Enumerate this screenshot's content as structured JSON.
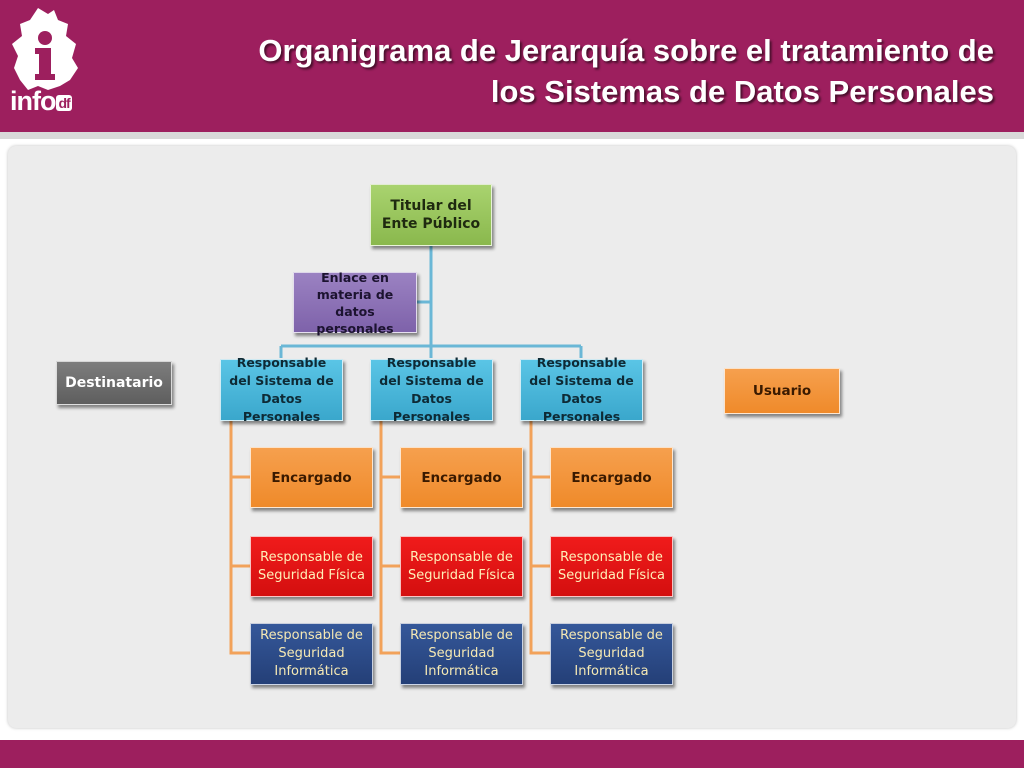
{
  "header": {
    "title_line1": "Organigrama de Jerarquía sobre el tratamiento de",
    "title_line2": "los Sistemas de Datos Personales",
    "logo_text": "info",
    "logo_suffix": "df",
    "logo_icon": "mexico-city-info-logo-icon"
  },
  "colors": {
    "brand": "#9d1f5e",
    "titular": "#8ab84d",
    "enlace": "#7e62aa",
    "responsable_sistema": "#3aa7cc",
    "destinatario": "#5e5e5e",
    "encargado": "#ef8a2a",
    "seguridad_fisica": "#d40f0f",
    "seguridad_informatica": "#243f77",
    "connector": "#f2a25a"
  },
  "org": {
    "titular": "Titular del Ente Público",
    "enlace": "Enlace en materia de datos personales",
    "destinatario": "Destinatario",
    "usuario": "Usuario",
    "branches": [
      {
        "responsable": "Responsable del Sistema de Datos Personales",
        "encargado": "Encargado",
        "seguridad_fisica": "Responsable de Seguridad Física",
        "seguridad_informatica": "Responsable de Seguridad Informática"
      },
      {
        "responsable": "Responsable del Sistema de Datos Personales",
        "encargado": "Encargado",
        "seguridad_fisica": "Responsable de Seguridad Física",
        "seguridad_informatica": "Responsable de Seguridad Informática"
      },
      {
        "responsable": "Responsable del Sistema de Datos Personales",
        "encargado": "Encargado",
        "seguridad_fisica": "Responsable de Seguridad Física",
        "seguridad_informatica": "Responsable de Seguridad Informática"
      }
    ]
  }
}
